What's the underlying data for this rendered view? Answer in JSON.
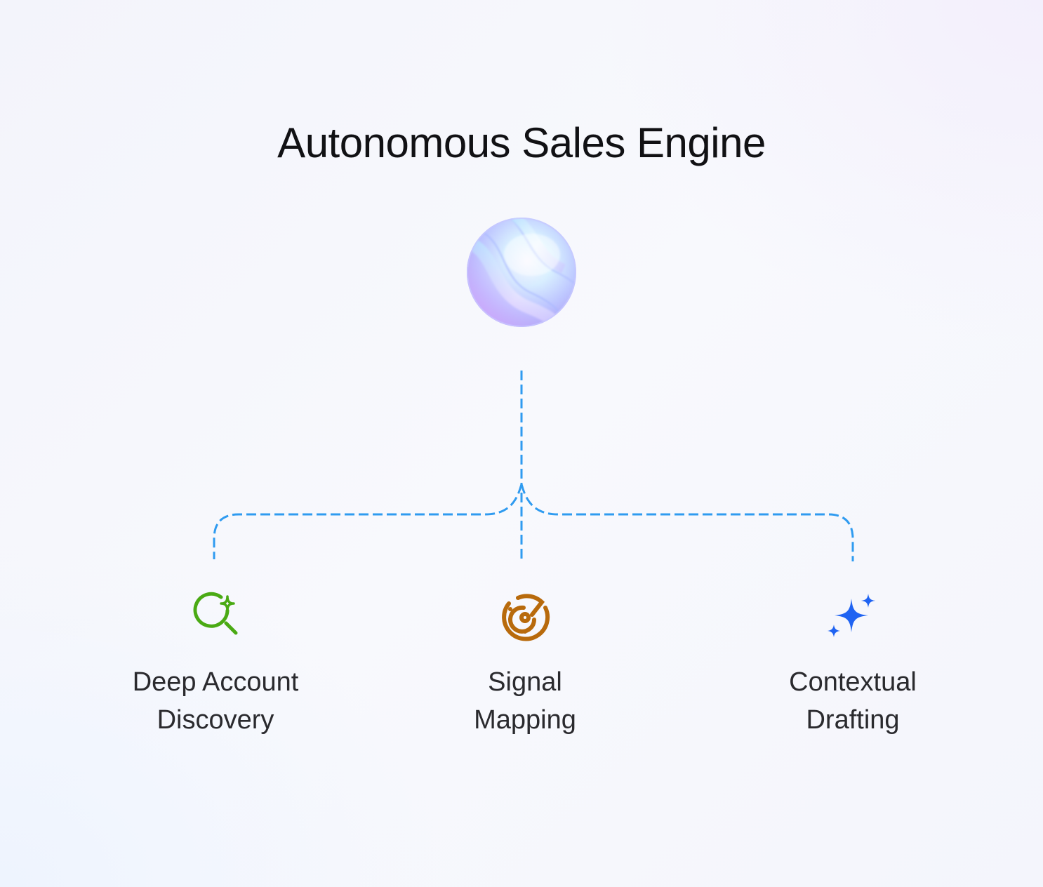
{
  "diagram": {
    "title": "Autonomous Sales Engine",
    "root": {
      "icon": "gradient-orb-icon",
      "colors": [
        "#a8f0ff",
        "#c6b6ff",
        "#e3b8ff",
        "#ffffff"
      ]
    },
    "connector": {
      "style": "dashed",
      "color": "#2f9bf0"
    },
    "nodes": [
      {
        "icon": "search-sparkle-icon",
        "icon_color": "#4aaa14",
        "label_line1": "Deep Account",
        "label_line2": "Discovery"
      },
      {
        "icon": "radar-icon",
        "icon_color": "#b86a0c",
        "label_line1": "Signal",
        "label_line2": "Mapping"
      },
      {
        "icon": "sparkles-icon",
        "icon_color": "#1f63f2",
        "label_line1": "Contextual",
        "label_line2": "Drafting"
      }
    ]
  }
}
